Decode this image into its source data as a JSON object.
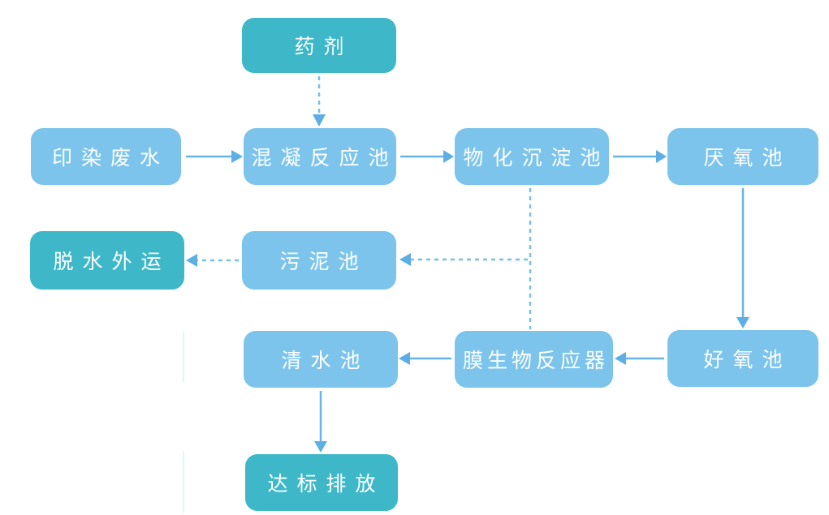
{
  "colors": {
    "node_light_blue": "#7cc4ec",
    "node_teal": "#3eb8c8",
    "arrow_blue": "#66b5e8",
    "label_text": "#ffffff",
    "background": "#ffffff"
  },
  "diagram": {
    "description_type": "flowchart",
    "nodes": {
      "yaoji": {
        "label": "药剂",
        "variant": "teal"
      },
      "yinran": {
        "label": "印染废水",
        "variant": "blue"
      },
      "hunning": {
        "label": "混凝反应池",
        "variant": "blue"
      },
      "wuhua": {
        "label": "物化沉淀池",
        "variant": "blue"
      },
      "yanyang": {
        "label": "厌氧池",
        "variant": "blue"
      },
      "tuoshui": {
        "label": "脱水外运",
        "variant": "teal"
      },
      "wuni": {
        "label": "污泥池",
        "variant": "blue"
      },
      "qingshui": {
        "label": "清水池",
        "variant": "blue"
      },
      "mbr": {
        "label": "膜生物反应器",
        "variant": "blue"
      },
      "haoyang": {
        "label": "好氧池",
        "variant": "blue"
      },
      "dabiao": {
        "label": "达标排放",
        "variant": "teal"
      }
    },
    "edges": [
      {
        "from": "药剂",
        "to": "混凝反应池",
        "style": "dashed"
      },
      {
        "from": "印染废水",
        "to": "混凝反应池",
        "style": "solid"
      },
      {
        "from": "混凝反应池",
        "to": "物化沉淀池",
        "style": "solid"
      },
      {
        "from": "物化沉淀池",
        "to": "厌氧池",
        "style": "solid"
      },
      {
        "from": "厌氧池",
        "to": "好氧池",
        "style": "solid"
      },
      {
        "from": "好氧池",
        "to": "膜生物反应器",
        "style": "solid"
      },
      {
        "from": "膜生物反应器",
        "to": "清水池",
        "style": "solid"
      },
      {
        "from": "清水池",
        "to": "达标排放",
        "style": "solid"
      },
      {
        "from": "物化沉淀池",
        "to": "污泥池",
        "style": "dashed"
      },
      {
        "from": "膜生物反应器",
        "to": "污泥池",
        "style": "dashed"
      },
      {
        "from": "污泥池",
        "to": "脱水外运",
        "style": "dashed"
      }
    ]
  }
}
